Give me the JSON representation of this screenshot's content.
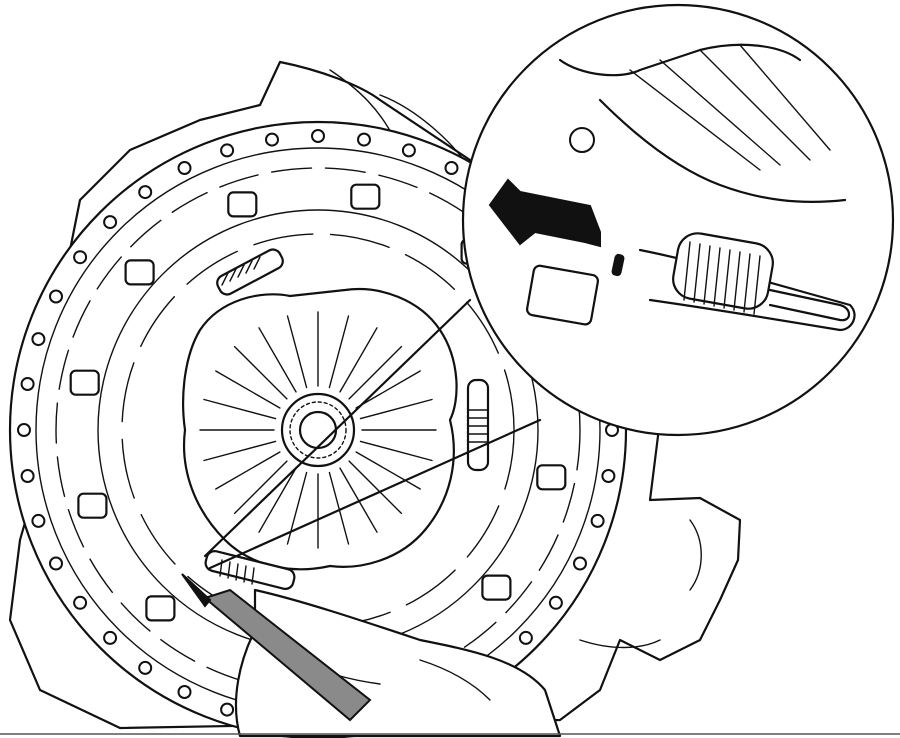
{
  "figure": {
    "background_color": "#ffffff",
    "line_color": "#111111",
    "highlight_color": "#8a8a8a",
    "parts": [
      "transmission-housing",
      "clutch-pressure-plate",
      "clutch-disc-hub",
      "release-spring",
      "pick-tool",
      "hand",
      "magnified-detail-view",
      "direction-arrow"
    ]
  }
}
